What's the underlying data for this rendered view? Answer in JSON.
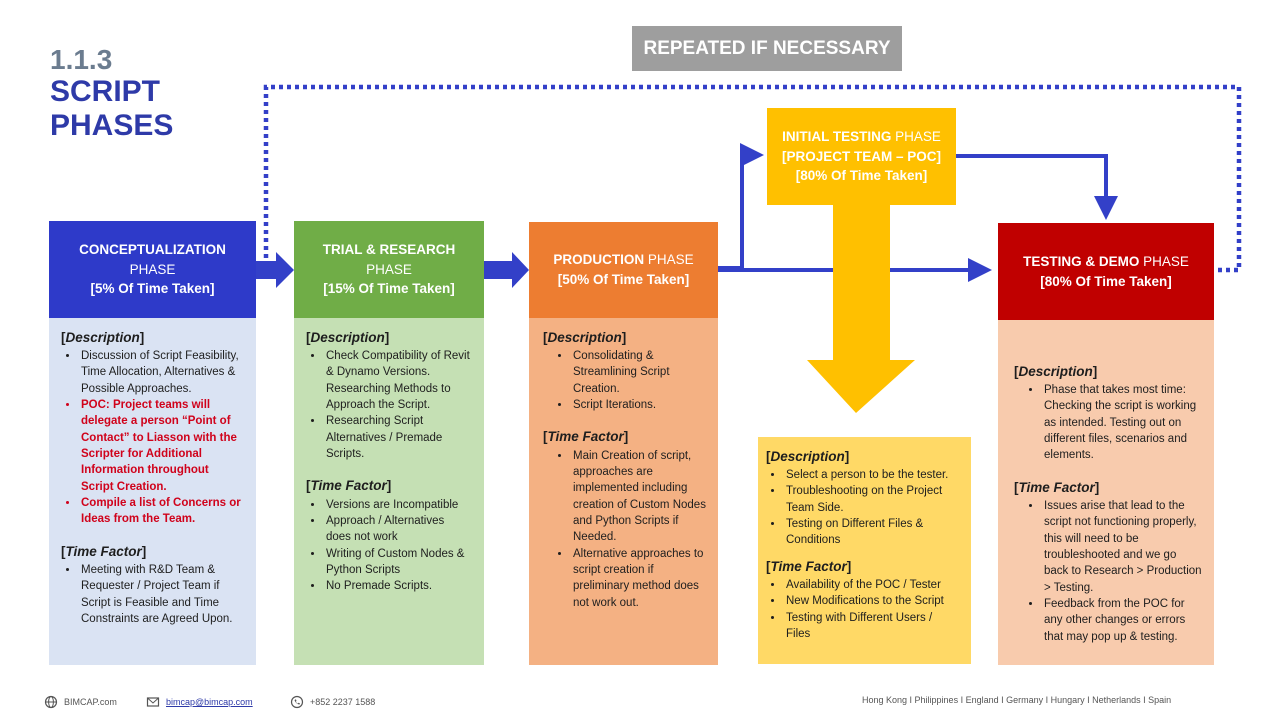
{
  "title": {
    "number": "1.1.3",
    "line1": "SCRIPT",
    "line2": "PHASES"
  },
  "repeat_label": "REPEATED IF NECESSARY",
  "colors": {
    "blue": "#2e3ac9",
    "green": "#70ad47",
    "orange": "#ed7d31",
    "yellow": "#ffc000",
    "red": "#c00000",
    "arrow": "#3340c8"
  },
  "phases": {
    "conceptualization": {
      "name": "CONCEPTUALIZATION",
      "phase": "PHASE",
      "time": "[5% Of Time Taken]"
    },
    "trial": {
      "name": "TRIAL & RESEARCH",
      "phase": "PHASE",
      "time": "[15% Of Time Taken]"
    },
    "production": {
      "name": "PRODUCTION",
      "phase": "PHASE",
      "time": "[50% Of Time Taken]"
    },
    "initial": {
      "name": "INITIAL TESTING",
      "phase": "PHASE",
      "team": "[PROJECT TEAM – POC]",
      "time": "[80% Of Time Taken]"
    },
    "testing": {
      "name": "TESTING & DEMO",
      "phase": "PHASE",
      "time": "[80% Of Time Taken]"
    }
  },
  "labels": {
    "description": "Description",
    "time_factor": "Time Factor"
  },
  "details": {
    "conceptualization": {
      "description": [
        "Discussion of Script Feasibility, Time Allocation, Alternatives & Possible Approaches.",
        "POC: Project teams will delegate a person “Point of Contact” to Liasson with the Scripter for Additional Information throughout Script Creation.",
        "Compile a list of Concerns or Ideas from the Team."
      ],
      "time_factor": [
        "Meeting with R&D Team & Requester / Project Team if Script is Feasible and Time Constraints are Agreed Upon."
      ]
    },
    "trial": {
      "description": [
        "Check Compatibility of Revit & Dynamo Versions. Researching Methods to Approach the Script.",
        "Researching Script Alternatives / Premade Scripts."
      ],
      "time_factor": [
        "Versions are Incompatible",
        "Approach / Alternatives does not work",
        "Writing of Custom Nodes & Python Scripts",
        "No Premade Scripts."
      ]
    },
    "production": {
      "description": [
        "Consolidating & Streamlining Script Creation.",
        "Script Iterations."
      ],
      "time_factor": [
        "Main Creation of script, approaches are implemented including creation of Custom Nodes and Python Scripts if Needed.",
        "Alternative approaches to script creation if preliminary method does not work out."
      ]
    },
    "initial": {
      "description": [
        "Select a person to be the tester.",
        "Troubleshooting on the Project Team Side.",
        "Testing on Different Files & Conditions"
      ],
      "time_factor": [
        "Availability of the POC / Tester",
        "New Modifications to the Script",
        "Testing with Different Users / Files"
      ]
    },
    "testing": {
      "description": [
        "Phase that takes most time: Checking the script is working as intended. Testing out on different files, scenarios and elements."
      ],
      "time_factor": [
        "Issues arise that lead to the script not functioning properly, this will need to be troubleshooted and we go back to Research > Production > Testing.",
        "Feedback from the POC for any other changes or errors that may pop up & testing."
      ]
    }
  },
  "footer": {
    "website": "BIMCAP.com",
    "email": "bimcap@bimcap.com",
    "phone": "+852 2237 1588",
    "locations": "Hong Kong I Philippines I England I Germany I Hungary I Netherlands I Spain"
  }
}
